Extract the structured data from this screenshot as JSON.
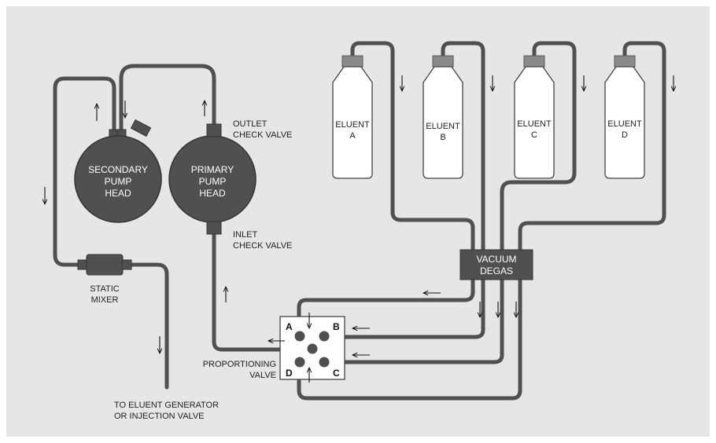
{
  "colors": {
    "background": "#e6e6e6",
    "tube": "#505050",
    "pump_head": "#505050",
    "bottle_fill": "#ffffff",
    "bottle_cap": "#8a8a8a",
    "label_text": "#222222"
  },
  "bottles": [
    {
      "line1": "ELUENT",
      "line2": "A"
    },
    {
      "line1": "ELUENT",
      "line2": "B"
    },
    {
      "line1": "ELUENT",
      "line2": "C"
    },
    {
      "line1": "ELUENT",
      "line2": "D"
    }
  ],
  "secondary_pump": {
    "line1": "SECONDARY",
    "line2": "PUMP",
    "line3": "HEAD"
  },
  "primary_pump": {
    "line1": "PRIMARY",
    "line2": "PUMP",
    "line3": "HEAD"
  },
  "outlet_valve": {
    "line1": "OUTLET",
    "line2": "CHECK VALVE"
  },
  "inlet_valve": {
    "line1": "INLET",
    "line2": "CHECK VALVE"
  },
  "degas": {
    "line1": "VACUUM",
    "line2": "DEGAS"
  },
  "mixer": {
    "line1": "STATIC",
    "line2": "MIXER"
  },
  "prop_valve": {
    "line1": "PROPORTIONING",
    "line2": "VALVE",
    "ports": [
      "A",
      "B",
      "C",
      "D"
    ]
  },
  "outlet": {
    "line1": "TO ELUENT GENERATOR",
    "line2": "OR  INJECTION VALVE"
  }
}
